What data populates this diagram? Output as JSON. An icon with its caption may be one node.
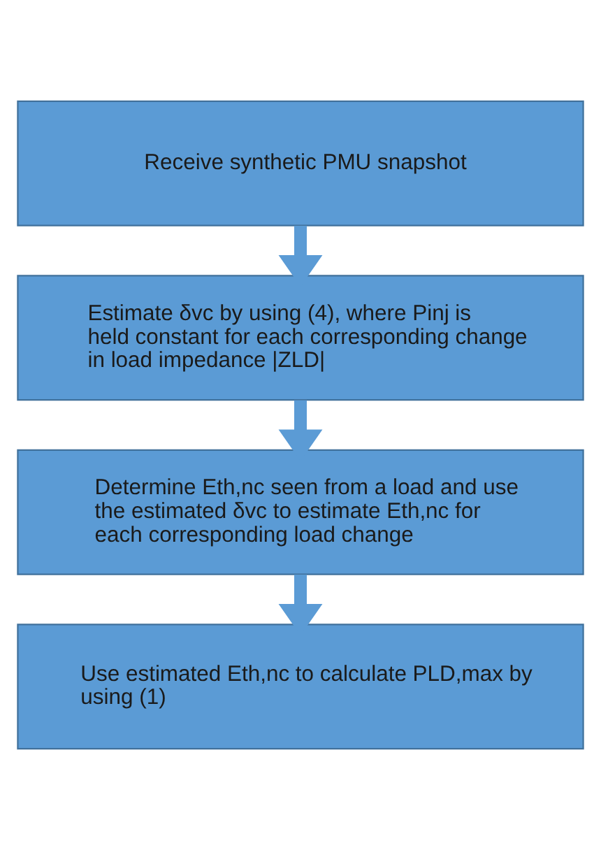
{
  "diagram": {
    "nodes": [
      {
        "text": [
          "Receive synthetic PMU snapshot"
        ]
      },
      {
        "text": [
          "Estimate δvc by using (4), where Pinj is held constant for each corresponding change in load impedance |ZLD|"
        ]
      },
      {
        "text": [
          "Determine Eth,nc seen from a load and use the estimated δvc to estimate Eth,nc for each corresponding load change"
        ]
      },
      {
        "text": [
          "Use estimated Eth,nc to calculate PLD,max by using (1)"
        ]
      }
    ],
    "edges": [
      {
        "from": 0,
        "to": 1,
        "arrow": "to"
      },
      {
        "from": 1,
        "to": 2,
        "arrow": "to"
      },
      {
        "from": 2,
        "to": 3,
        "arrow": "to"
      }
    ]
  }
}
